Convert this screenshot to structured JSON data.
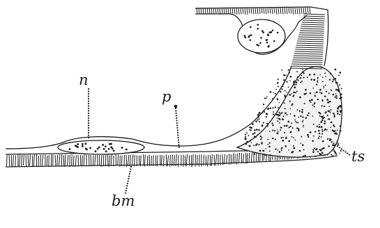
{
  "figure": {
    "labels": {
      "n": "n",
      "p": "p",
      "ts": "ts",
      "bm": "bm"
    },
    "colors": {
      "ink": "#1a1a1a",
      "paper": "#ffffff"
    }
  }
}
